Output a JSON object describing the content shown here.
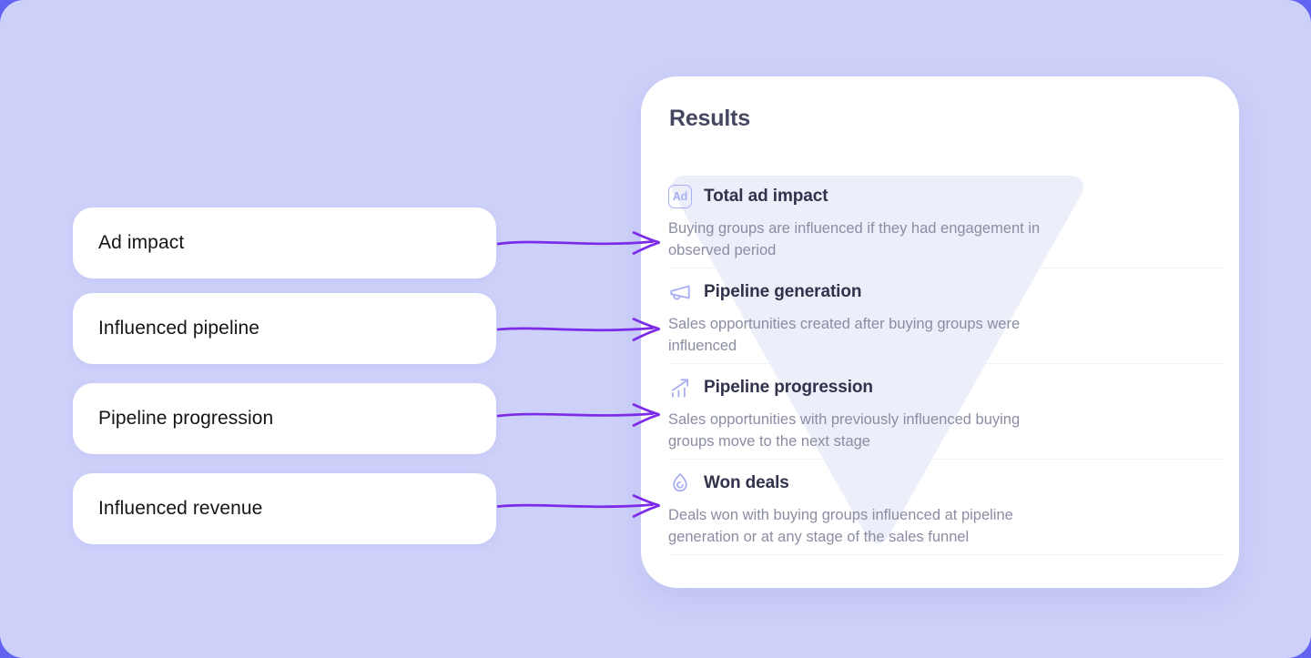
{
  "colors": {
    "outer_background": "#6164F1",
    "surface_background": "#CDD0F8",
    "panel_background": "#FFFFFF",
    "arrow": "#7C2BE9",
    "icon": "#A9AFF4",
    "funnel_watermark": "#ECEEFA"
  },
  "labels": [
    {
      "text": "Ad impact"
    },
    {
      "text": "Influenced pipeline"
    },
    {
      "text": "Pipeline progression"
    },
    {
      "text": "Influenced revenue"
    }
  ],
  "results": {
    "title": "Results",
    "items": [
      {
        "icon": "ad-badge-icon",
        "icon_text": "Ad",
        "title": "Total ad impact",
        "desc_lines": [
          "Buying groups are influenced if they had engagement in",
          "observed period"
        ]
      },
      {
        "icon": "megaphone-icon",
        "title": "Pipeline generation",
        "desc_lines": [
          "Sales opportunities created after buying groups were",
          "influenced"
        ]
      },
      {
        "icon": "trend-chart-icon",
        "title": "Pipeline progression",
        "desc_lines": [
          "Sales opportunities with previously influenced buying",
          "groups move to the next stage"
        ]
      },
      {
        "icon": "flame-icon",
        "title": "Won deals",
        "desc_lines": [
          "Deals won with buying groups influenced at pipeline",
          "generation or at any stage of the sales funnel"
        ]
      }
    ]
  }
}
